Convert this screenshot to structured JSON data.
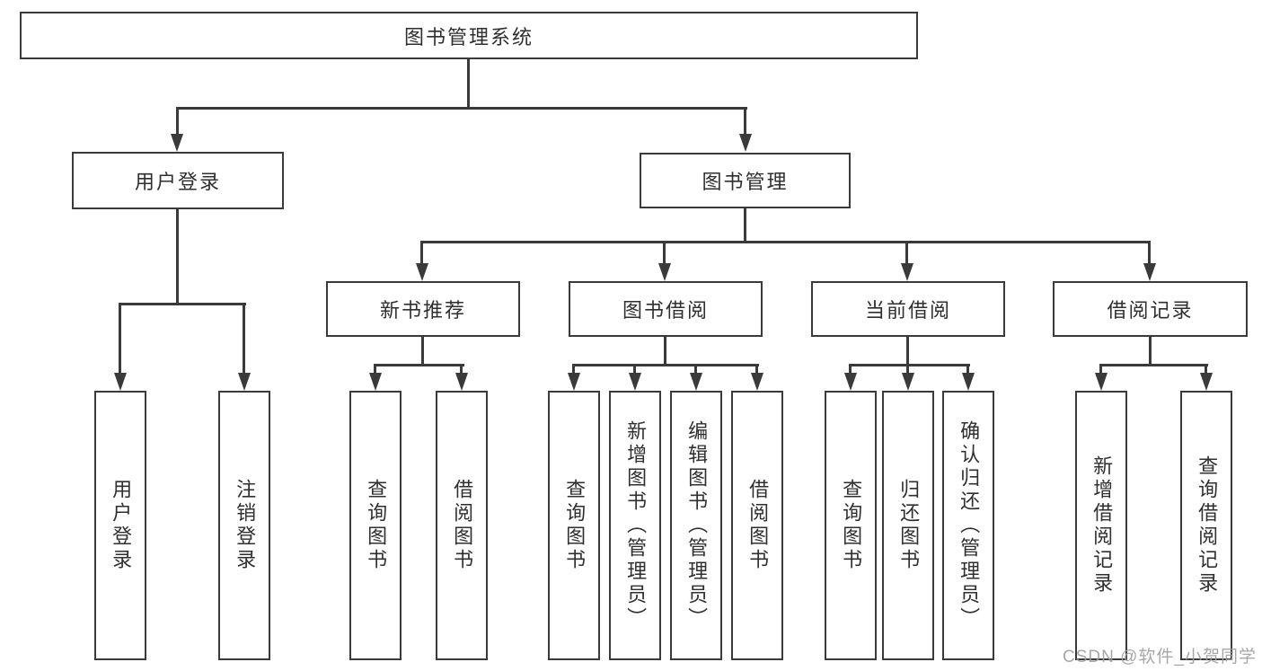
{
  "diagram": {
    "root": {
      "label": "图书管理系统"
    },
    "level2": [
      {
        "label": "用户登录"
      },
      {
        "label": "图书管理"
      }
    ],
    "level3": [
      {
        "label": "新书推荐",
        "parent": "图书管理"
      },
      {
        "label": "图书借阅",
        "parent": "图书管理"
      },
      {
        "label": "当前借阅",
        "parent": "图书管理"
      },
      {
        "label": "借阅记录",
        "parent": "图书管理"
      }
    ],
    "leaves": [
      {
        "label": "用户登录",
        "parent": "用户登录"
      },
      {
        "label": "注销登录",
        "parent": "用户登录"
      },
      {
        "label": "查询图书",
        "parent": "新书推荐"
      },
      {
        "label": "借阅图书",
        "parent": "新书推荐"
      },
      {
        "label": "查询图书",
        "parent": "图书借阅"
      },
      {
        "label": "新增图书（管理员）",
        "parent": "图书借阅"
      },
      {
        "label": "编辑图书（管理员）",
        "parent": "图书借阅"
      },
      {
        "label": "借阅图书",
        "parent": "图书借阅"
      },
      {
        "label": "查询图书",
        "parent": "当前借阅"
      },
      {
        "label": "归还图书",
        "parent": "当前借阅"
      },
      {
        "label": "确认归还（管理员）",
        "parent": "当前借阅"
      },
      {
        "label": "新增借阅记录",
        "parent": "借阅记录"
      },
      {
        "label": "查询借阅记录",
        "parent": "借阅记录"
      }
    ],
    "colors": {
      "line": "#3a3a3a",
      "box_border": "#3a3a3a",
      "text": "#2f2f2f",
      "background": "#ffffff",
      "watermark": "#9e9e9e"
    }
  },
  "watermark": {
    "text": "CSDN @软件_小贺同学"
  }
}
